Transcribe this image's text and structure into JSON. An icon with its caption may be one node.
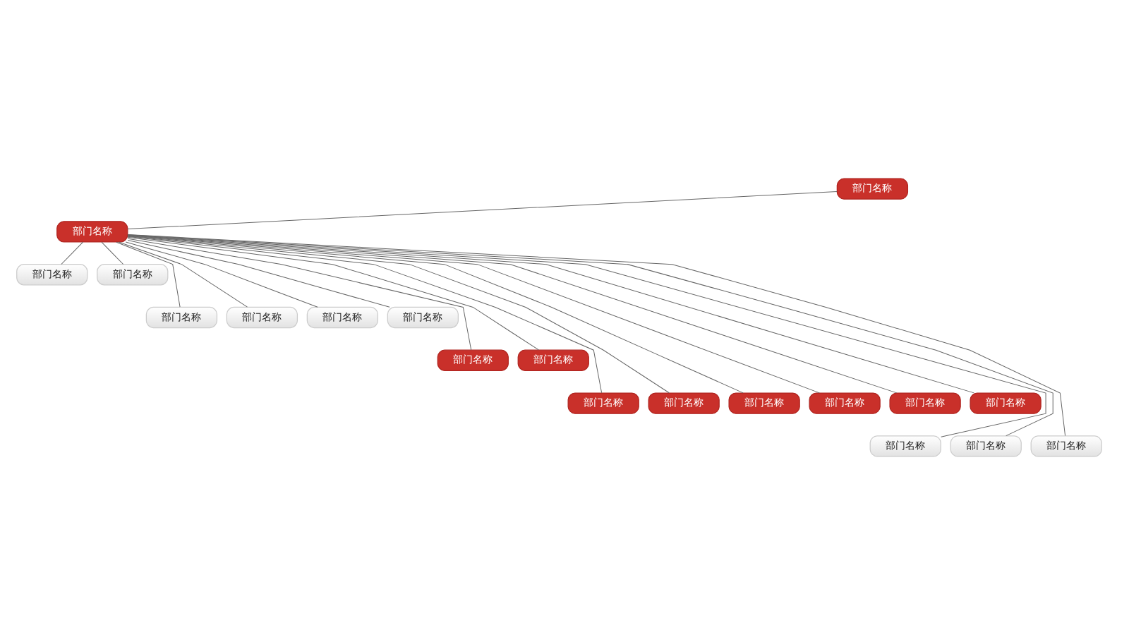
{
  "diagram": {
    "nodes": [
      {
        "text": [
          "部门名称"
        ]
      },
      {
        "text": [
          "部门名称"
        ]
      },
      {
        "text": [
          "部门名称"
        ]
      },
      {
        "text": [
          "部门名称"
        ]
      },
      {
        "text": [
          "部门名称"
        ]
      },
      {
        "text": [
          "部门名称"
        ]
      },
      {
        "text": [
          "部门名称"
        ]
      },
      {
        "text": [
          "部门名称"
        ]
      },
      {
        "text": [
          "部门名称"
        ]
      },
      {
        "text": [
          "部门名称"
        ]
      },
      {
        "text": [
          "部门名称"
        ]
      },
      {
        "text": [
          "部门名称"
        ]
      },
      {
        "text": [
          "部门名称"
        ]
      },
      {
        "text": [
          "部门名称"
        ]
      },
      {
        "text": [
          "部门名称"
        ]
      },
      {
        "text": [
          "部门名称"
        ]
      },
      {
        "text": [
          "部门名称"
        ]
      },
      {
        "text": [
          "部门名称"
        ]
      },
      {
        "text": [
          "部门名称"
        ]
      }
    ],
    "edges": [
      {
        "from": 0,
        "to": 1,
        "arrow": "none"
      },
      {
        "from": 1,
        "to": 2,
        "arrow": "none"
      },
      {
        "from": 1,
        "to": 3,
        "arrow": "none"
      },
      {
        "from": 1,
        "to": 4,
        "arrow": "none"
      },
      {
        "from": 1,
        "to": 5,
        "arrow": "none"
      },
      {
        "from": 1,
        "to": 6,
        "arrow": "none"
      },
      {
        "from": 1,
        "to": 7,
        "arrow": "none"
      },
      {
        "from": 1,
        "to": 8,
        "arrow": "none"
      },
      {
        "from": 1,
        "to": 9,
        "arrow": "none"
      },
      {
        "from": 1,
        "to": 10,
        "arrow": "none"
      },
      {
        "from": 1,
        "to": 11,
        "arrow": "none"
      },
      {
        "from": 1,
        "to": 12,
        "arrow": "none"
      },
      {
        "from": 1,
        "to": 13,
        "arrow": "none"
      },
      {
        "from": 1,
        "to": 14,
        "arrow": "none"
      },
      {
        "from": 1,
        "to": 15,
        "arrow": "none"
      },
      {
        "from": 1,
        "to": 16,
        "arrow": "none"
      },
      {
        "from": 1,
        "to": 17,
        "arrow": "none"
      },
      {
        "from": 1,
        "to": 18,
        "arrow": "none"
      }
    ]
  }
}
